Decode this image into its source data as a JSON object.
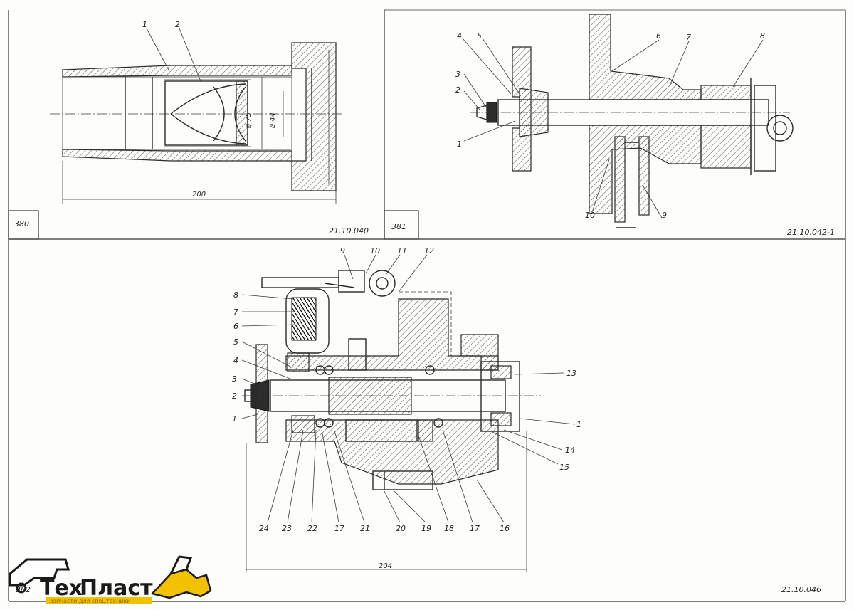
{
  "sheet": {
    "page_number": "382"
  },
  "panels": [
    {
      "id": "fig380",
      "figure_number": "380",
      "drawing_code": "21.10.040",
      "dimensions": [
        "ø 75",
        "ø 44",
        "200"
      ],
      "callouts": [
        "1",
        "2"
      ]
    },
    {
      "id": "fig381",
      "figure_number": "381",
      "drawing_code": "21.10.042-1",
      "callouts": [
        "1",
        "2",
        "3",
        "4",
        "5",
        "6",
        "7",
        "8",
        "9",
        "10"
      ]
    },
    {
      "id": "fig382",
      "drawing_code": "21.10.046",
      "dimensions": [
        "204"
      ],
      "callouts_top": [
        "9",
        "10",
        "11",
        "12"
      ],
      "callouts_left": [
        "8",
        "7",
        "6",
        "5",
        "4",
        "3",
        "2",
        "1"
      ],
      "callouts_right": [
        "13",
        "1",
        "14",
        "15"
      ],
      "callouts_bottom": [
        "24",
        "23",
        "22",
        "17",
        "21",
        "20",
        "19",
        "18",
        "17",
        "16"
      ]
    }
  ],
  "logo": {
    "brand_part1": "Тех",
    "brand_part2": "Пласт",
    "tagline": "запчасти для спецтехники",
    "colors": {
      "accent": "#f2c200",
      "ink": "#1a1a1a"
    }
  }
}
